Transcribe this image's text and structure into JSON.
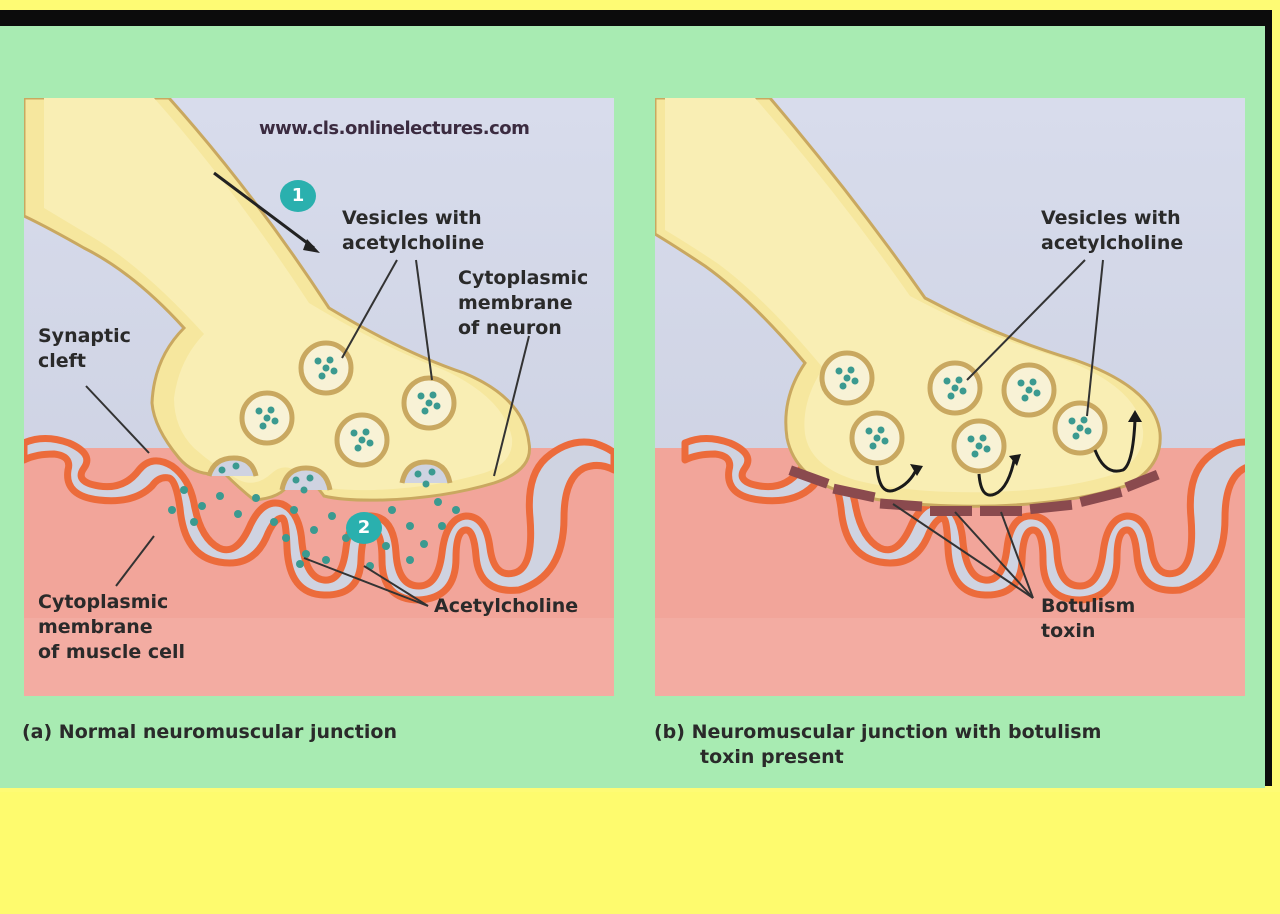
{
  "colors": {
    "frame_background": "#a8ebb2",
    "outer_background": "#fefb74",
    "cleft_fluid": "#cfd3e1",
    "muscle": "#f2a59a",
    "membrane": "#ec6b3b",
    "neuron": "#f6e79e",
    "neuron_edge": "#c9a860",
    "vesicle_fill": "#f8f2d6",
    "acetylcholine": "#3b9a90",
    "toxin": "#8a4a4e",
    "marker": "#2ab0ae"
  },
  "panel_a": {
    "watermark": "www.cls.onlinelectures.com",
    "step_1": "1",
    "step_2": "2",
    "vesicles_label": "Vesicles with\nacetylcholine",
    "neuron_membrane_label": "Cytoplasmic\nmembrane\nof neuron",
    "synaptic_cleft_label": "Synaptic\ncleft",
    "muscle_membrane_label": "Cytoplasmic\nmembrane\nof muscle cell",
    "acetylcholine_label": "Acetylcholine",
    "caption": "(a) Normal neuromuscular junction"
  },
  "panel_b": {
    "vesicles_label": "Vesicles with\nacetylcholine",
    "toxin_label": "Botulism\ntoxin",
    "caption_line1": "(b) Neuromuscular junction with botulism",
    "caption_line2": "toxin present"
  }
}
